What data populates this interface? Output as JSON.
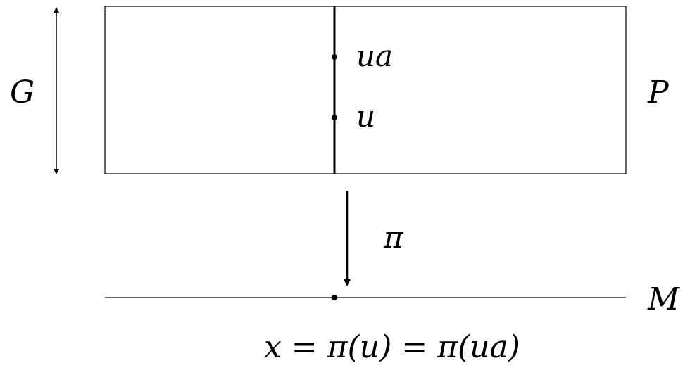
{
  "labels": {
    "group": "G",
    "bundle": "P",
    "base": "M",
    "projection": "π",
    "point_ua": "ua",
    "point_u": "u",
    "equation": "x = π(u) = π(ua)"
  },
  "colors": {
    "ink": "#000000",
    "background": "#ffffff"
  }
}
